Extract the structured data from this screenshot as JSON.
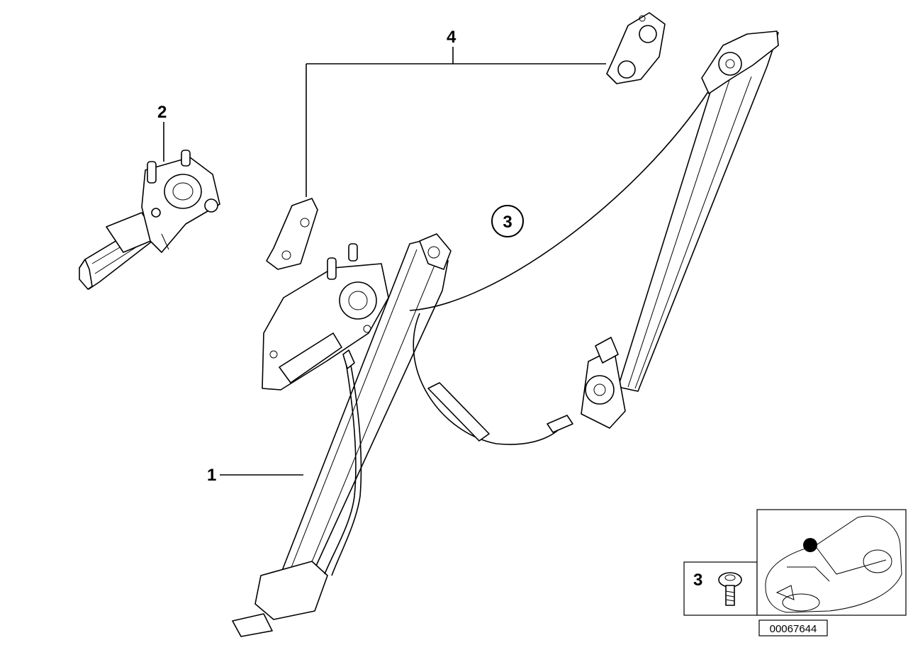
{
  "callouts": {
    "c1": "1",
    "c2": "2",
    "c3": "3",
    "c4": "4",
    "legend_c3": "3"
  },
  "diagram_id": "00067644"
}
